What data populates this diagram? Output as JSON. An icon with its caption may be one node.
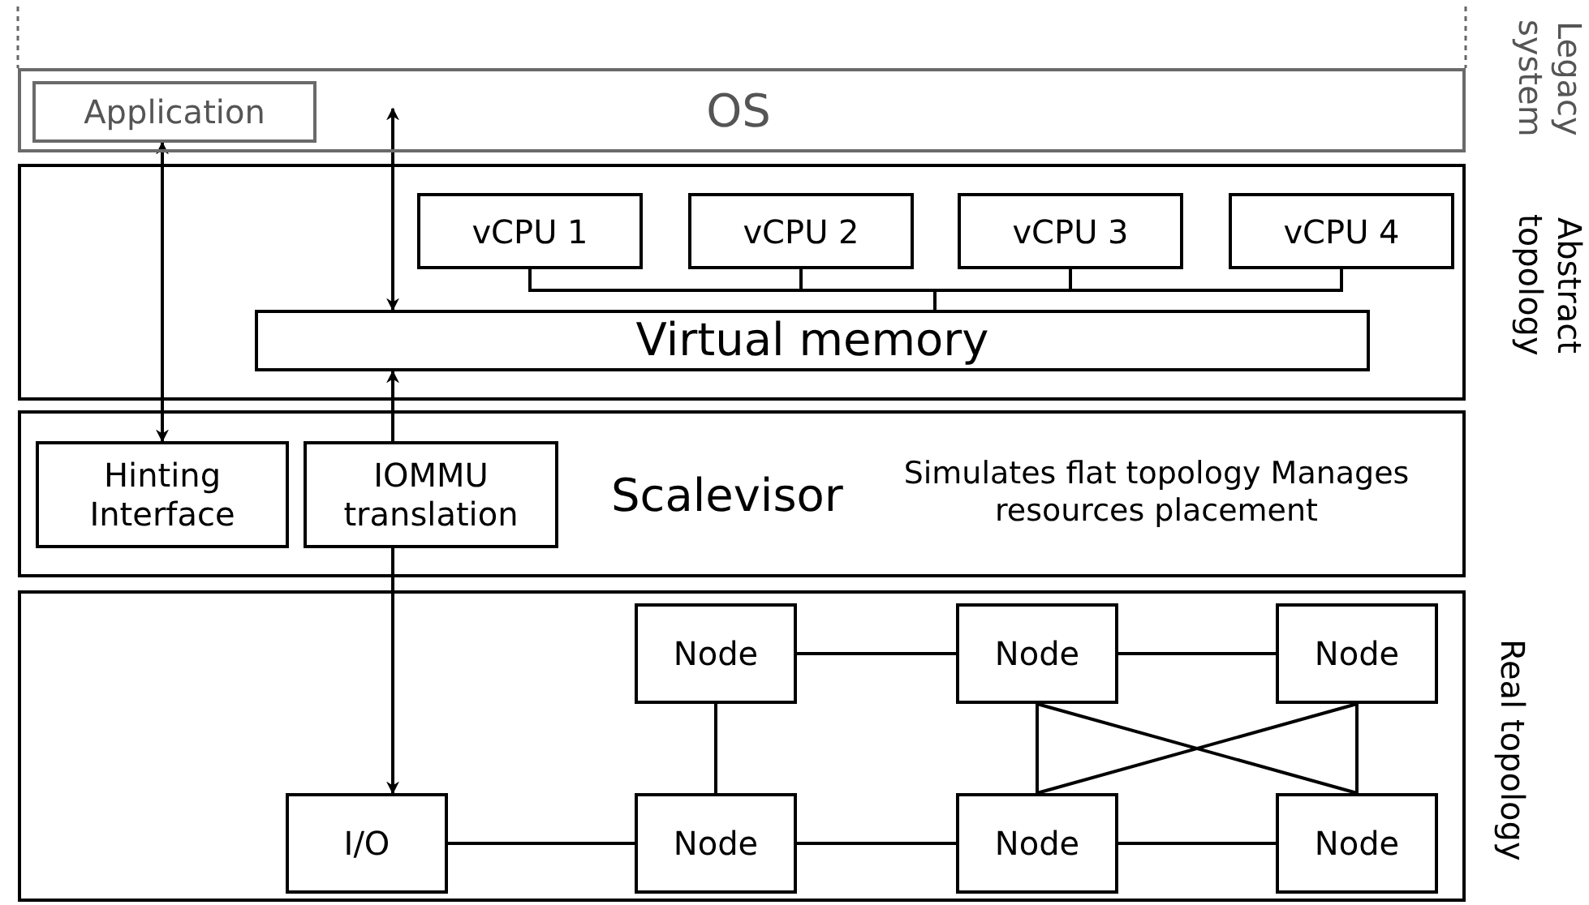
{
  "diagram": {
    "nodes": [
      {
        "text": [
          "OS"
        ],
        "beside": [
          "Legacy system"
        ]
      },
      {
        "text": [
          "Application"
        ],
        "in": 0
      },
      {
        "text": [
          "Abstract topology"
        ]
      },
      {
        "text": [
          "vCPU 1"
        ],
        "in": 2
      },
      {
        "text": [
          "vCPU 2"
        ],
        "in": 2
      },
      {
        "text": [
          "vCPU 3"
        ],
        "in": 2
      },
      {
        "text": [
          "vCPU 4"
        ],
        "in": 2
      },
      {
        "text": [
          "Virtual memory"
        ],
        "in": 2
      },
      {
        "text": [
          "Scalevisor",
          "Simulates flat topology Manages resources placement"
        ]
      },
      {
        "text": [
          "Hinting Interface"
        ],
        "in": 8
      },
      {
        "text": [
          "IOMMU translation"
        ],
        "in": 8
      },
      {
        "text": [
          "Real topology"
        ]
      },
      {
        "text": [
          "Node"
        ],
        "in": 11
      },
      {
        "text": [
          "Node"
        ],
        "in": 11
      },
      {
        "text": [
          "Node"
        ],
        "in": 11
      },
      {
        "text": [
          "I/O"
        ],
        "in": 11
      },
      {
        "text": [
          "Node"
        ],
        "in": 11
      },
      {
        "text": [
          "Node"
        ],
        "in": 11
      },
      {
        "text": [
          "Node"
        ],
        "in": 11
      }
    ],
    "edges": [
      {
        "from": 1,
        "to": 9,
        "arrow": "both"
      },
      {
        "from": 0,
        "to": 7,
        "arrow": "both"
      },
      {
        "from": 10,
        "to": 7,
        "arrow": "to"
      },
      {
        "from": 10,
        "to": 15,
        "arrow": "to"
      },
      {
        "from": 3,
        "to": 7,
        "arrow": "none"
      },
      {
        "from": 4,
        "to": 7,
        "arrow": "none"
      },
      {
        "from": 5,
        "to": 7,
        "arrow": "none"
      },
      {
        "from": 6,
        "to": 7,
        "arrow": "none"
      },
      {
        "from": 12,
        "to": 13,
        "arrow": "none"
      },
      {
        "from": 13,
        "to": 14,
        "arrow": "none"
      },
      {
        "from": 12,
        "to": 16,
        "arrow": "none"
      },
      {
        "from": 13,
        "to": 17,
        "arrow": "none"
      },
      {
        "from": 14,
        "to": 18,
        "arrow": "none"
      },
      {
        "from": 13,
        "to": 18,
        "arrow": "none"
      },
      {
        "from": 14,
        "to": 17,
        "arrow": "none"
      },
      {
        "from": 15,
        "to": 16,
        "arrow": "none"
      },
      {
        "from": 16,
        "to": 17,
        "arrow": "none"
      },
      {
        "from": 17,
        "to": 18,
        "arrow": "none"
      }
    ]
  }
}
